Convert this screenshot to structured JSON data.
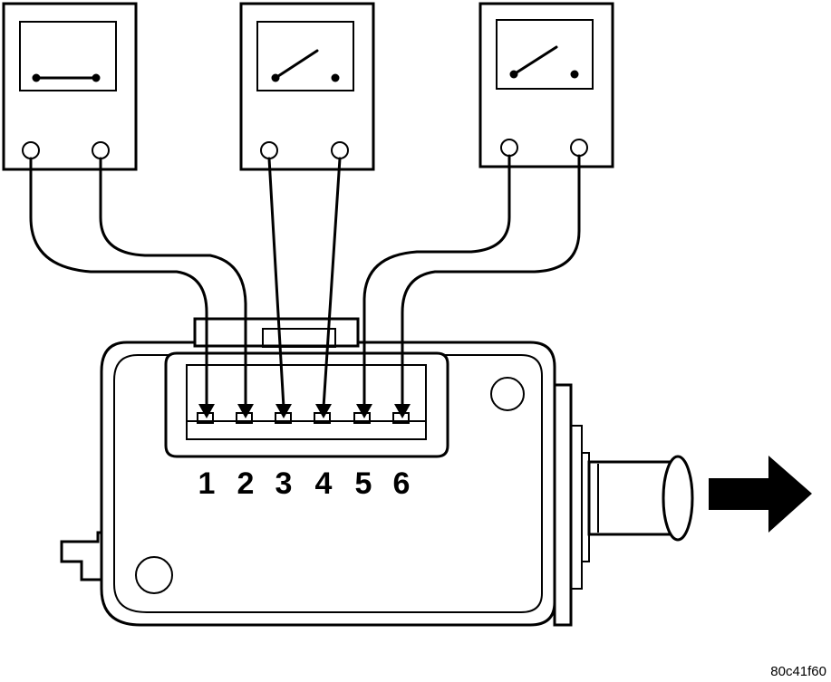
{
  "connector_pins": [
    "1",
    "2",
    "3",
    "4",
    "5",
    "6"
  ],
  "meters": [
    {
      "id": "meter-1",
      "switch_state": "closed",
      "leads_to_pins": [
        "1",
        "2"
      ]
    },
    {
      "id": "meter-2",
      "switch_state": "open",
      "leads_to_pins": [
        "3",
        "4"
      ]
    },
    {
      "id": "meter-3",
      "switch_state": "open",
      "leads_to_pins": [
        "5",
        "6"
      ]
    }
  ],
  "figure_code": "80c41f60",
  "icons": {
    "plunger_direction": "arrow-right-icon",
    "meter": "ohmmeter-icon"
  }
}
